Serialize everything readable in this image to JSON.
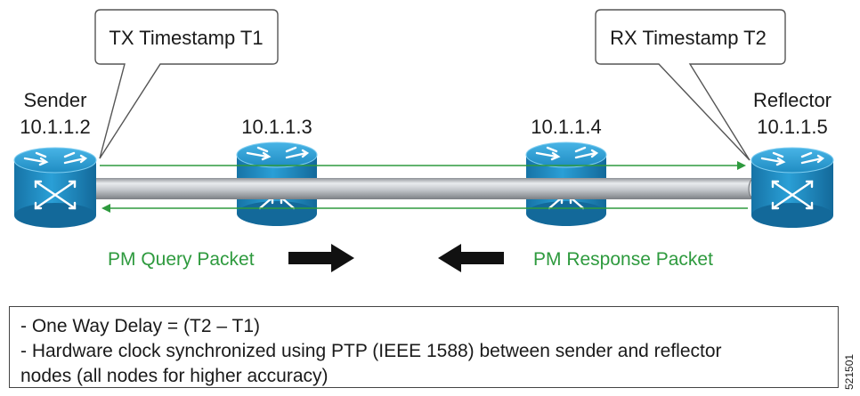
{
  "callouts": {
    "tx": "TX Timestamp T1",
    "rx": "RX Timestamp T2"
  },
  "nodes": {
    "sender": {
      "role": "Sender",
      "ip": "10.1.1.2"
    },
    "hop1": {
      "ip": "10.1.1.3"
    },
    "hop2": {
      "ip": "10.1.1.4"
    },
    "reflector": {
      "role": "Reflector",
      "ip": "10.1.1.5"
    }
  },
  "packets": {
    "query": "PM Query Packet",
    "response": "PM Response Packet"
  },
  "notes": {
    "line1": "-  One Way Delay = (T2 – T1)",
    "line2": "-  Hardware clock synchronized using PTP (IEEE 1588) between sender and reflector",
    "line3": "nodes (all nodes for higher accuracy)"
  },
  "figure_id": "521501",
  "colors": {
    "router_blue": "#1e8fc4",
    "packet_green": "#2e9a3e",
    "pipe_gray": "#bfc3c7"
  }
}
